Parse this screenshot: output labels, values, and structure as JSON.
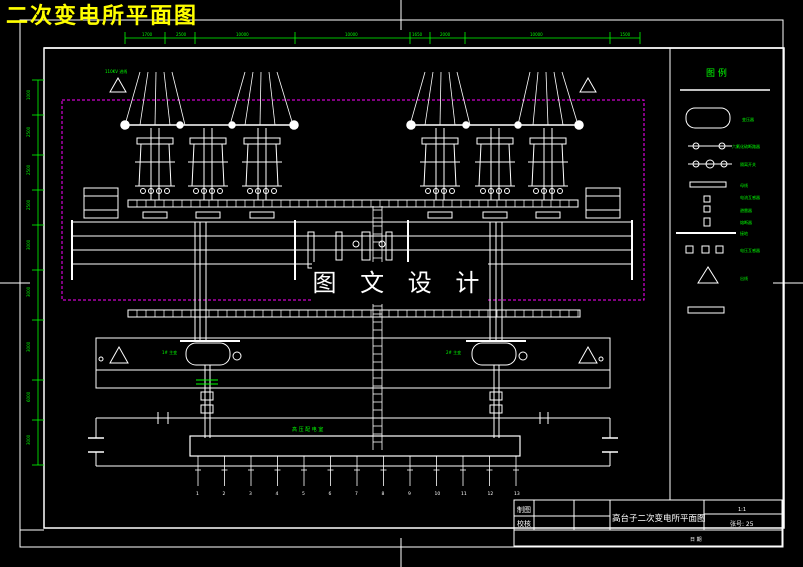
{
  "sheet_title": "二次变电所平面图",
  "watermark": "图 文 设 计",
  "legend": {
    "title": "图 例",
    "items": [
      "变压器",
      "六氟化硫断路器",
      "隔离开关",
      "母线",
      "电流互感器",
      "避雷器",
      "熔断器",
      "接地",
      "电压互感器",
      "出线"
    ]
  },
  "labels": {
    "incoming_left": "110KV 进线",
    "transformer_1": "1# 主变",
    "transformer_2": "2# 主变",
    "high_voltage_room": "高 压 配 电 室"
  },
  "outgoing_lines": [
    "1",
    "2",
    "3",
    "4",
    "5",
    "6",
    "7",
    "8",
    "9",
    "10",
    "11",
    "12",
    "13"
  ],
  "dimensions": [
    "1700",
    "2500",
    "10000",
    "10000",
    "1650",
    "2000",
    "10000",
    "1500"
  ],
  "vertical_dims": [
    "1000",
    "2500",
    "2500",
    "2500",
    "3000",
    "3000",
    "3000",
    "6000",
    "3000",
    "3000",
    "1000"
  ],
  "title_block": {
    "drawing_name": "高台子二次变电所平面图",
    "drawn_label": "制图",
    "checked_label": "校核",
    "scale": "1:1",
    "sheet_no": "张号: 25",
    "date_label": "日 期"
  },
  "colors": {
    "frame": "#ffffff",
    "dimension": "#00ff00",
    "boundary": "#ff00ff",
    "title_text": "#ffff00"
  }
}
